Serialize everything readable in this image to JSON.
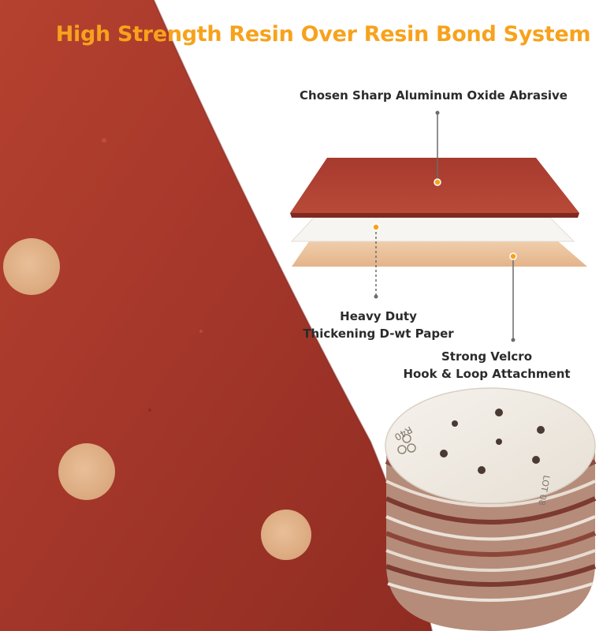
{
  "title": "High Strength Resin Over Resin Bond System",
  "callouts": {
    "abrasive": "Chosen Sharp Aluminum Oxide Abrasive",
    "paper_line1": "Heavy Duty",
    "paper_line2": "Thickening D-wt Paper",
    "velcro_line1": "Strong Velcro",
    "velcro_line2": "Hook & Loop Attachment"
  },
  "colors": {
    "accent": "#f7a21c",
    "abrasive_red": "#a8372c",
    "backing_tan": "#e2b896",
    "text": "#2b2b2b"
  },
  "disc_marks": {
    "grit": "R40",
    "lot": "LOT 08"
  }
}
